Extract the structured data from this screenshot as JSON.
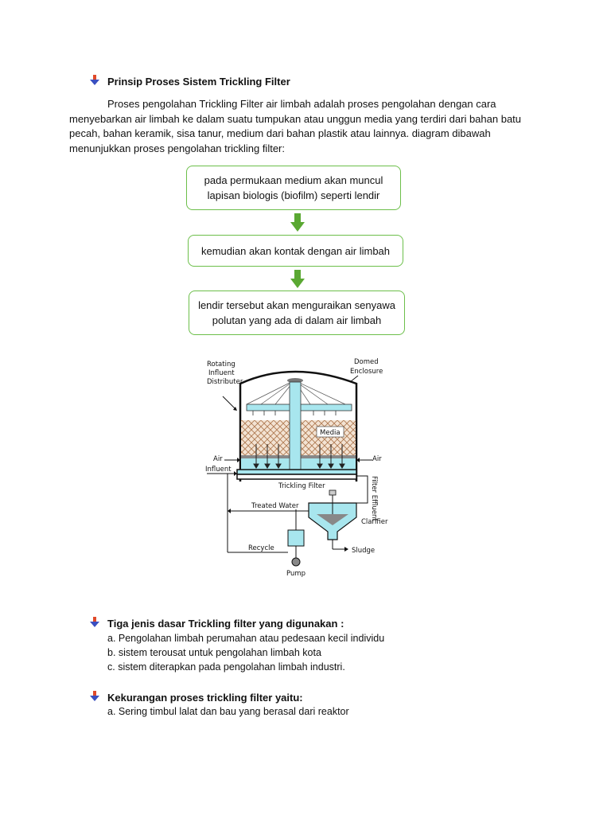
{
  "section1": {
    "heading": "Prinsip Proses Sistem Trickling Filter",
    "lines": [
      "Proses pengolahan Trickling Filter air limbah adalah proses pengolahan dengan cara",
      "menyebarkan air limbah ke dalam suatu tumpukan atau unggun media yang terdiri dari bahan batu",
      "pecah, bahan keramik, sisa tanur, medium dari bahan plastik atau lainnya. diagram dibawah",
      "menunjukkan proses pengolahan trickling filter:"
    ]
  },
  "flow": {
    "box1": [
      "pada permukaan medium akan muncul",
      "lapisan biologis (biofilm) seperti lendir"
    ],
    "box2": "kemudian akan kontak dengan air limbah",
    "box3": [
      "lendir tersebut akan menguraikan senyawa",
      "polutan yang ada di dalam air limbah"
    ],
    "arrow_color": "#5aa832",
    "border_color": "#6cbf4a"
  },
  "diagram": {
    "labels": {
      "rotating": [
        "Rotating",
        "Influent",
        "Distributer"
      ],
      "domed": [
        "Domed",
        "Enclosure"
      ],
      "media": "Media",
      "air_left": "Air",
      "air_right": "Air",
      "influent": "Influent",
      "trickling_filter": "Trickling Filter",
      "filter_effluent": "Filter Effluent",
      "treated_water": "Treated Water",
      "clarifier": "Clarifier",
      "sludge": "Sludge",
      "recycle": "Recycle",
      "pump": "Pump"
    },
    "water_color": "#a8e6ee",
    "pipe_color": "#3cc8d8"
  },
  "section2": {
    "heading": "Tiga jenis dasar Trickling filter yang digunakan :",
    "items": [
      "a. Pengolahan limbah perumahan atau pedesaan kecil individu",
      "b. sistem terousat untuk pengolahan limbah kota",
      "c. sistem diterapkan pada pengolahan limbah industri."
    ]
  },
  "section3": {
    "heading": "Kekurangan proses trickling filter yaitu:",
    "items": [
      "a. Sering timbul lalat dan bau yang berasal dari reaktor"
    ]
  }
}
